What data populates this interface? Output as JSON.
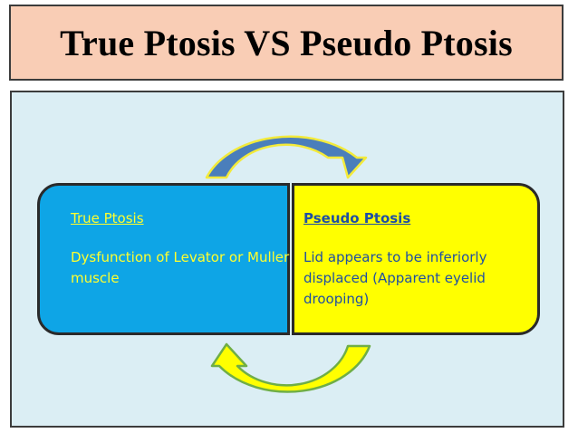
{
  "slide": {
    "title": "True Ptosis VS Pseudo Ptosis"
  },
  "panels": {
    "true_ptosis": {
      "heading": "True Ptosis",
      "body": "Dysfunction of Levator or Muller muscle"
    },
    "pseudo_ptosis": {
      "heading": "Pseudo Ptosis",
      "body": "Lid  appears to be inferiorly displaced  (Apparent eyelid drooping)"
    }
  },
  "colors": {
    "title_fill": "#f9cdb5",
    "content_fill": "#dbeef4",
    "true_panel_fill": "#0ea5e6",
    "true_panel_text": "#ffff2e",
    "pseudo_panel_fill": "#ffff00",
    "pseudo_panel_text": "#1f4fa3",
    "top_arrow_fill": "#4a7ebb",
    "bottom_arrow_fill": "#ffff00"
  }
}
